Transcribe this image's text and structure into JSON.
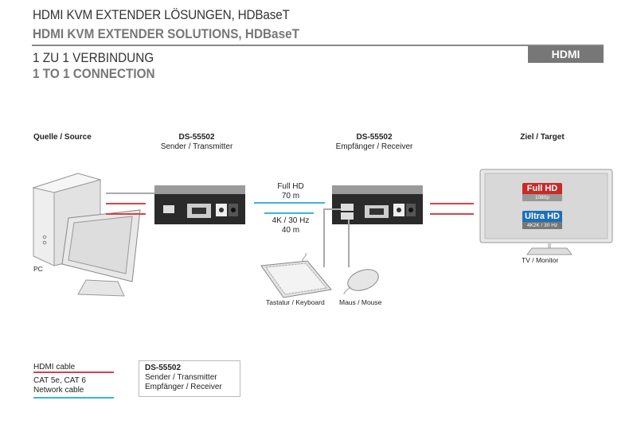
{
  "header": {
    "title_de": "HDMI KVM EXTENDER LÖSUNGEN, HDBaseT",
    "title_en": "HDMI KVM EXTENDER SOLUTIONS, HDBaseT",
    "subtitle_de": "1 ZU 1 VERBINDUNG",
    "subtitle_en": "1 TO 1 CONNECTION",
    "badge": "HDMI"
  },
  "columns": {
    "source": {
      "title": "Quelle / Source"
    },
    "sender": {
      "model": "DS-55502",
      "role": "Sender / Transmitter"
    },
    "receiver": {
      "model": "DS-55502",
      "role": "Empfänger / Receiver"
    },
    "target": {
      "title": "Ziel / Target"
    }
  },
  "devices": {
    "pc": "PC",
    "tv": "TV / Monitor",
    "keyboard": "Tastatur / Keyboard",
    "mouse": "Maus / Mouse"
  },
  "cable_specs": {
    "fullhd_label": "Full HD",
    "fullhd_dist": "70 m",
    "uhd_label": "4K / 30 Hz",
    "uhd_dist": "40 m"
  },
  "screen": {
    "badge1": "Full HD",
    "badge1_sub": "1080p",
    "badge2": "Ultra HD",
    "badge2_sub": "4K2K / 30 Hz"
  },
  "legend": {
    "hdmi": "HDMI cable",
    "cat_line1": "CAT 5e, CAT 6",
    "cat_line2": "Network cable",
    "box_model": "DS-55502",
    "box_line1": "Sender / Transmitter",
    "box_line2": "Empfänger / Receiver"
  },
  "colors": {
    "hdmi": "#d6424a",
    "network": "#3cb4d2",
    "badge": "#777777"
  }
}
